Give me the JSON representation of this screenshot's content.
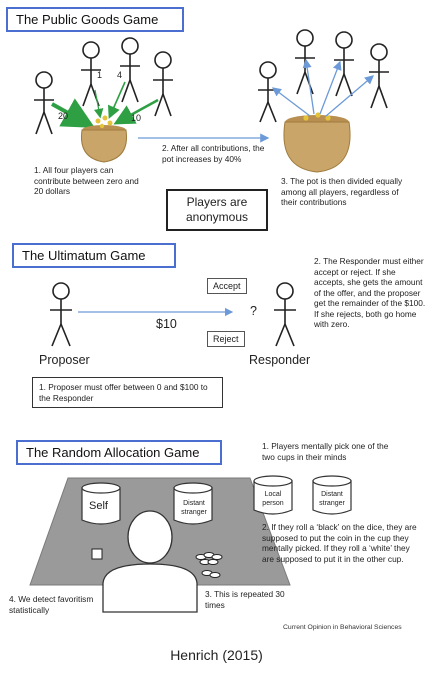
{
  "public_goods": {
    "title": "The Public Goods Game",
    "contrib": [
      "20",
      "1",
      "4",
      "10"
    ],
    "step1": "1. All four players can contribute between zero and 20 dollars",
    "step2": "2. After all contributions, the pot increases by 40%",
    "step3": "3. The pot is then divided equally among all players, regardless of their contributions",
    "anonymous": "Players are anonymous"
  },
  "ultimatum": {
    "title": "The Ultimatum Game",
    "accept": "Accept",
    "reject": "Reject",
    "question": "?",
    "amount": "$10",
    "proposer": "Proposer",
    "responder": "Responder",
    "step1": "1. Proposer must offer between 0 and $100 to the Responder",
    "step2": "2. The Responder must either accept or reject. If she accepts, she gets the amount of the offer, and the proposer get the remainder of the $100. If she rejects, both go home with zero."
  },
  "random_allocation": {
    "title": "The Random Allocation Game",
    "step1": "1. Players mentally pick one of the two cups in their minds",
    "cup_local": "Local person",
    "cup_distant": "Distant stranger",
    "cup_self": "Self",
    "cup_distant_table": "Distant stranger",
    "step2": "2. If they roll a ‘black’ on the dice, they are supposed to put the coin in the cup they mentally picked. If they roll a ‘white’ they are supposed to put it in the other cup.",
    "step3": "3. This is repeated 30 times",
    "step4": "4. We detect favoritism statistically",
    "credit": "Current Opinion in Behavioral Sciences"
  },
  "caption": "Henrich (2015)",
  "colors": {
    "title_border": "#4a6fd0",
    "green_arrow": "#2ea043",
    "blue_arrow": "#6c9ad8",
    "pot": "#c9a56a",
    "table": "#9a9a9a"
  }
}
